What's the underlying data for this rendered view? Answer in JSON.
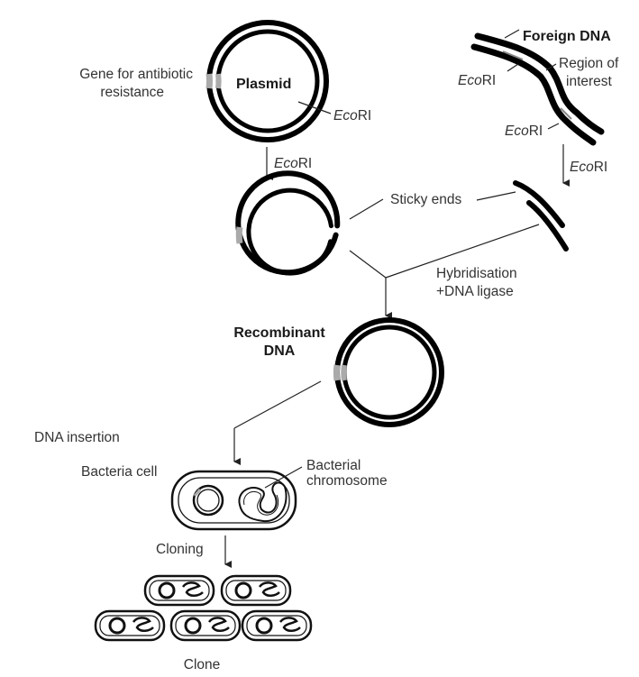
{
  "diagram": {
    "title": "Recombinant DNA cloning process",
    "plasmid": {
      "label": "Plasmid",
      "gene_label_line1": "Gene for antibiotic",
      "gene_label_line2": "resistance",
      "site_enzyme_italic": "Eco",
      "site_enzyme_rest": "RI"
    },
    "foreign_dna": {
      "label": "Foreign DNA",
      "region_line1": "Region of",
      "region_line2": "interest",
      "site1_italic": "Eco",
      "site1_rest": "RI",
      "site2_italic": "Eco",
      "site2_rest": "RI"
    },
    "steps": {
      "cut_plasmid_italic": "Eco",
      "cut_plasmid_rest": "RI",
      "cut_foreign_italic": "Eco",
      "cut_foreign_rest": "RI",
      "sticky_ends": "Sticky ends",
      "hybridisation_line1": "Hybridisation",
      "hybridisation_line2": "+DNA ligase",
      "recombinant_line1": "Recombinant",
      "recombinant_line2": "DNA",
      "dna_insertion": "DNA insertion",
      "bacteria_cell": "Bacteria cell",
      "bacterial_chromosome_line1": "Bacterial",
      "bacterial_chromosome_line2": "chromosome",
      "cloning": "Cloning",
      "clone": "Clone"
    },
    "clone_cell_count": 5
  }
}
